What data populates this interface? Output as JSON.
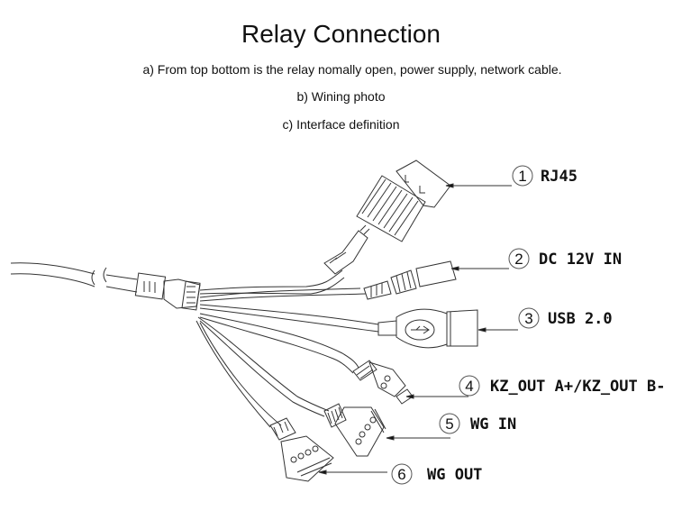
{
  "header": {
    "title": "Relay Connection",
    "notes": [
      "a)  From top bottom is the relay nomally open, power supply, network cable.",
      "b)  Wining photo",
      "c)  Interface definition"
    ]
  },
  "callouts": [
    {
      "number": "1",
      "label": "RJ45"
    },
    {
      "number": "2",
      "label": "DC 12V IN"
    },
    {
      "number": "3",
      "label": "USB 2.0"
    },
    {
      "number": "4",
      "label": "KZ_OUT A+/KZ_OUT B-"
    },
    {
      "number": "5",
      "label": "WG IN"
    },
    {
      "number": "6",
      "label": "WG OUT"
    }
  ]
}
